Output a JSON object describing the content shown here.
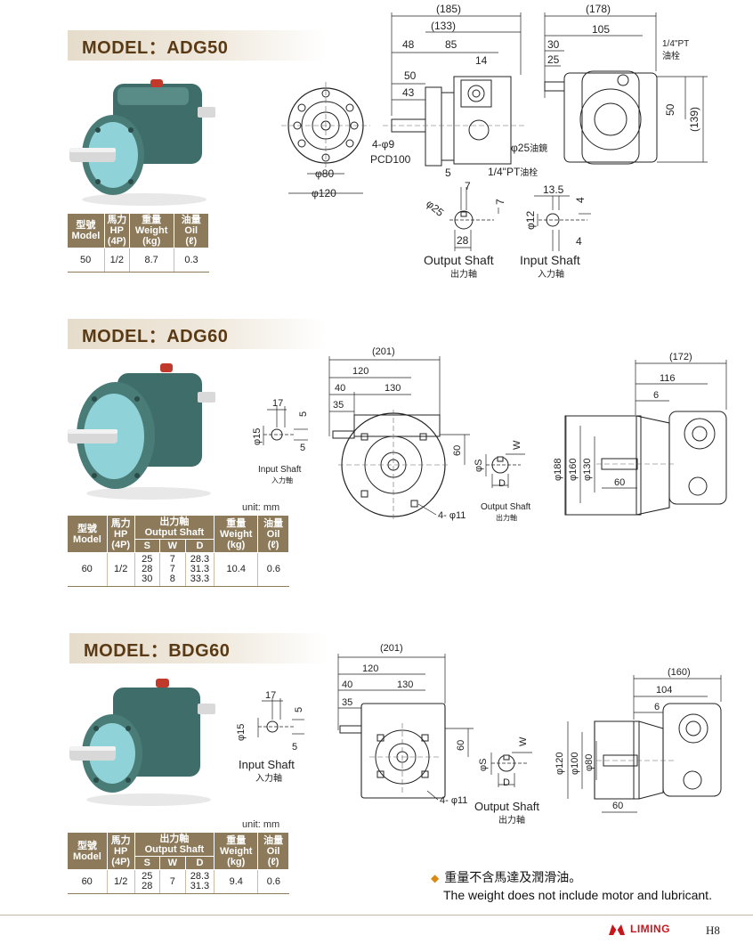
{
  "sections": {
    "adg50": {
      "title": "MODEL：ADG50",
      "headers": [
        "型號",
        "Model",
        "馬力",
        "HP",
        "(4P)",
        "重量",
        "Weight",
        "(kg)",
        "油量",
        "Oil",
        "(ℓ)"
      ],
      "row": [
        "50",
        "1/2",
        "8.7",
        "0.3"
      ]
    },
    "adg60": {
      "title": "MODEL：ADG60",
      "unit": "unit: mm",
      "headers": [
        "型號",
        "Model",
        "馬力",
        "HP",
        "(4P)",
        "出力軸",
        "Output Shaft",
        "S",
        "W",
        "D",
        "重量",
        "Weight",
        "(kg)",
        "油量",
        "Oil",
        "(ℓ)"
      ],
      "row": {
        "model": "60",
        "hp": "1/2",
        "s": [
          "25",
          "28",
          "30"
        ],
        "w": [
          "7",
          "7",
          "8"
        ],
        "d": [
          "28.3",
          "31.3",
          "33.3"
        ],
        "weight": "10.4",
        "oil": "0.6"
      }
    },
    "bdg60": {
      "title": "MODEL：BDG60",
      "unit": "unit: mm",
      "headers": [
        "型號",
        "Model",
        "馬力",
        "HP",
        "(4P)",
        "出力軸",
        "Output Shaft",
        "S",
        "W",
        "D",
        "重量",
        "Weight",
        "(kg)",
        "油量",
        "Oil",
        "(ℓ)"
      ],
      "row": {
        "model": "60",
        "hp": "1/2",
        "s": [
          "25",
          "28"
        ],
        "w": [
          "7"
        ],
        "d": [
          "28.3",
          "31.3"
        ],
        "weight": "9.4",
        "oil": "0.6"
      }
    }
  },
  "drawings": {
    "adg50": {
      "d185": "(185)",
      "d133": "(133)",
      "d48": "48",
      "d85": "85",
      "d14": "14",
      "d50": "50",
      "d43": "43",
      "holes": "4-φ9",
      "pcd": "PCD100",
      "dia80": "φ80",
      "dia120": "φ120",
      "d5": "5",
      "dia25_oil": "φ25",
      "oil_level": "油鏡",
      "pt_bottom": "1/4\"PT",
      "oil_plug": "油栓",
      "d178": "(178)",
      "d105": "105",
      "d30": "30",
      "d25": "25",
      "pt_top": "1/4\"PT",
      "oil_plug_top": "油栓",
      "d50r": "50",
      "d139": "(139)",
      "out_dia": "φ25",
      "out_7a": "7",
      "out_7b": "7",
      "out_28": "28",
      "in_135": "13.5",
      "in_4a": "4",
      "in_dia": "φ12",
      "in_4b": "4",
      "output_shaft": "Output Shaft",
      "output_shaft_cn": "出力軸",
      "input_shaft": "Input Shaft",
      "input_shaft_cn": "入力軸"
    },
    "adg60": {
      "in_17": "17",
      "in_5a": "5",
      "in_dia": "φ15",
      "in_5b": "5",
      "input_shaft": "Input Shaft",
      "input_shaft_cn": "入力軸",
      "d201": "(201)",
      "d120": "120",
      "d40": "40",
      "d130": "130",
      "d35": "35",
      "d60": "60",
      "holes": "4- φ11",
      "out_s": "φS",
      "out_w": "W",
      "out_d": "D",
      "output_shaft": "Output Shaft",
      "output_shaft_cn": "出力軸",
      "d172": "(172)",
      "d116": "116",
      "d6": "6",
      "dia188": "φ188",
      "dia160": "φ160",
      "dia130": "φ130",
      "d60b": "60"
    },
    "bdg60": {
      "in_17": "17",
      "in_5a": "5",
      "in_dia": "φ15",
      "in_5b": "5",
      "input_shaft": "Input Shaft",
      "input_shaft_cn": "入力軸",
      "d201": "(201)",
      "d120": "120",
      "d40": "40",
      "d130": "130",
      "d35": "35",
      "d60": "60",
      "holes": "4- φ11",
      "out_s": "φS",
      "out_w": "W",
      "out_d": "D",
      "output_shaft": "Output Shaft",
      "output_shaft_cn": "出力軸",
      "d160": "(160)",
      "d104": "104",
      "d6": "6",
      "dia120": "φ120",
      "dia100": "φ100",
      "dia80": "φ80",
      "d60b": "60"
    }
  },
  "note": {
    "cn": "重量不含馬達及潤滑油。",
    "en": "The weight does not include motor and lubricant."
  },
  "footer": {
    "brand": "LIMING",
    "page": "H8"
  },
  "colors": {
    "banner_text": "#5a3a14",
    "table_header": "#8c7a5a",
    "gearbox_body": "#3f6e6a",
    "flange_face": "#8fd2d8",
    "brand_red": "#c8161d",
    "note_marker": "#d98a12"
  }
}
